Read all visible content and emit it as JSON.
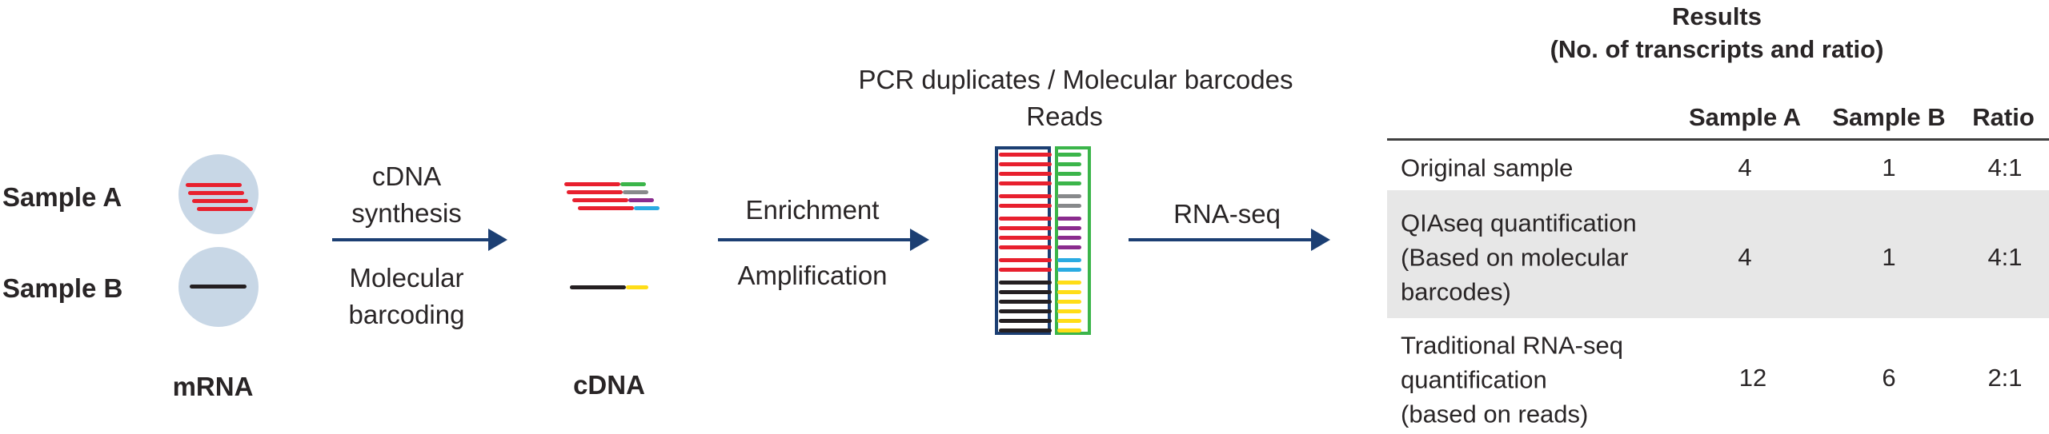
{
  "colors": {
    "red": "#e8202e",
    "black_strand": "#241f21",
    "green": "#3bb54a",
    "gray": "#87898b",
    "purple": "#8a2b8e",
    "cyan": "#2aabe2",
    "yellow": "#ffdd17",
    "navy": "#1c3f73",
    "circle_fill": "#c8d7e6",
    "row_shade": "#e7e7e7",
    "rule": "#3f3f3f",
    "text": "#292526"
  },
  "samples": {
    "a_label": "Sample A",
    "b_label": "Sample B",
    "mrna_label": "mRNA",
    "a_strand_count": 4,
    "b_strand_count": 1
  },
  "step1": {
    "top_line1": "cDNA",
    "top_line2": "synthesis",
    "bottom_line1": "Molecular",
    "bottom_line2": "barcoding"
  },
  "step2": {
    "top": "Enrichment",
    "bottom": "Amplification"
  },
  "step3": {
    "top": "RNA-seq"
  },
  "cdna": {
    "label": "cDNA",
    "strands": [
      {
        "body_color": "red",
        "tip_color": "green"
      },
      {
        "body_color": "red",
        "tip_color": "gray"
      },
      {
        "body_color": "red",
        "tip_color": "purple"
      },
      {
        "body_color": "red",
        "tip_color": "cyan"
      }
    ],
    "b_strand": {
      "body_color": "black_strand",
      "tip_color": "yellow"
    }
  },
  "reads": {
    "title_line1": "PCR duplicates / Molecular barcodes",
    "title_line2": "Reads",
    "groups": [
      {
        "read_color": "red",
        "barcode_color": "green",
        "count": 4
      },
      {
        "read_color": "red",
        "barcode_color": "gray",
        "count": 2
      },
      {
        "read_color": "red",
        "barcode_color": "purple",
        "count": 4
      },
      {
        "read_color": "red",
        "barcode_color": "cyan",
        "count": 2
      },
      {
        "read_color": "black_strand",
        "barcode_color": "yellow",
        "count": 6
      }
    ]
  },
  "table": {
    "title_line1": "Results",
    "title_line2": "(No. of transcripts and ratio)",
    "headers": [
      "Sample A",
      "Sample B",
      "Ratio"
    ],
    "rows": [
      {
        "label_lines": [
          "Original sample"
        ],
        "sample_a": "4",
        "sample_b": "1",
        "ratio": "4:1",
        "shaded": false
      },
      {
        "label_lines": [
          "QIAseq quantification",
          "(Based on molecular",
          "barcodes)"
        ],
        "sample_a": "4",
        "sample_b": "1",
        "ratio": "4:1",
        "shaded": true
      },
      {
        "label_lines": [
          "Traditional RNA-seq",
          "quantification",
          "(based on reads)"
        ],
        "sample_a": "12",
        "sample_b": "6",
        "ratio": "2:1",
        "shaded": false
      }
    ]
  }
}
